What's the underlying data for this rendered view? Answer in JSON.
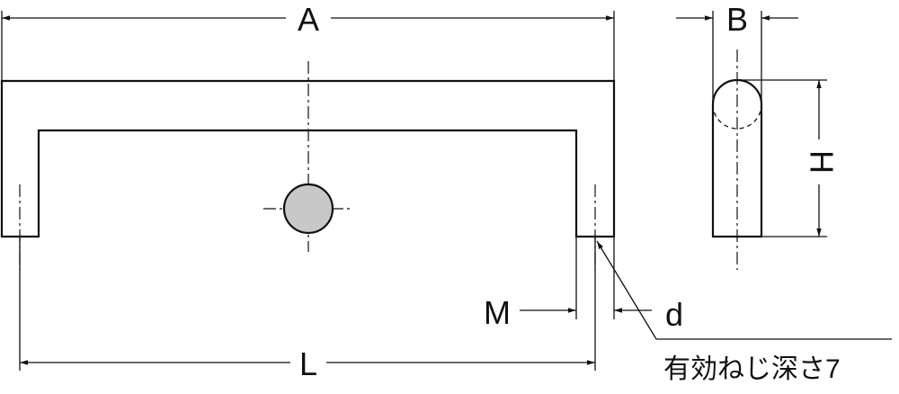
{
  "labels": {
    "A": "A",
    "B": "B",
    "H": "H",
    "M": "M",
    "d": "d",
    "L": "L",
    "note": "有効ねじ深さ7"
  },
  "colors": {
    "stroke": "#111111",
    "hole_fill": "#c8c8c8",
    "background": "#ffffff"
  }
}
